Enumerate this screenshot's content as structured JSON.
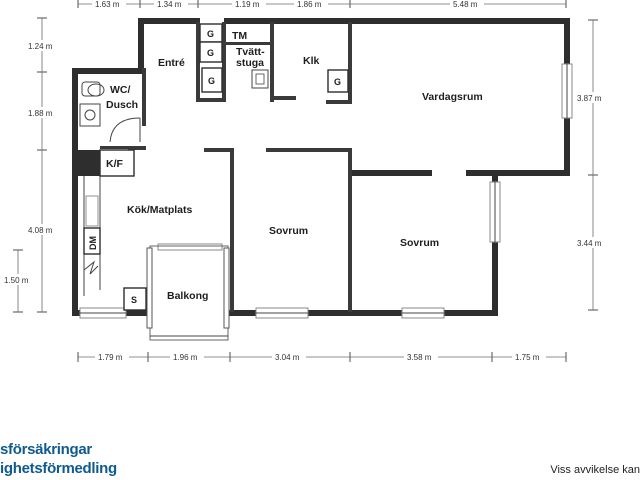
{
  "rooms": {
    "entre": "Entré",
    "tm": "TM",
    "tvatt_1": "Tvätt-",
    "tvatt_2": "stuga",
    "klk": "Klk",
    "vardagsrum": "Vardagsrum",
    "wc_1": "WC/",
    "wc_2": "Dusch",
    "kf": "K/F",
    "kok": "Kök/Matplats",
    "dm": "DM",
    "sovrum_1": "Sovrum",
    "sovrum_2": "Sovrum",
    "balkong": "Balkong",
    "s": "S",
    "g": "G"
  },
  "dimensions": {
    "top": [
      "1.63 m",
      "1.34 m",
      "1.19 m",
      "1.86 m",
      "5.48 m"
    ],
    "bottom": [
      "1.79 m",
      "1.96 m",
      "3.04 m",
      "3.58 m",
      "1.75 m"
    ],
    "left": [
      "1.24 m",
      "1.88 m",
      "4.08 m",
      "1.50 m"
    ],
    "right": [
      "3.87 m",
      "3.44 m"
    ]
  },
  "footer": {
    "brand_line_1": "sförsäkringar",
    "brand_line_2": "ighetsförmedling",
    "disclaimer": "Viss avvikelse kan"
  },
  "colors": {
    "walls": "#2e2e2e",
    "brand": "#0f5a8f"
  }
}
